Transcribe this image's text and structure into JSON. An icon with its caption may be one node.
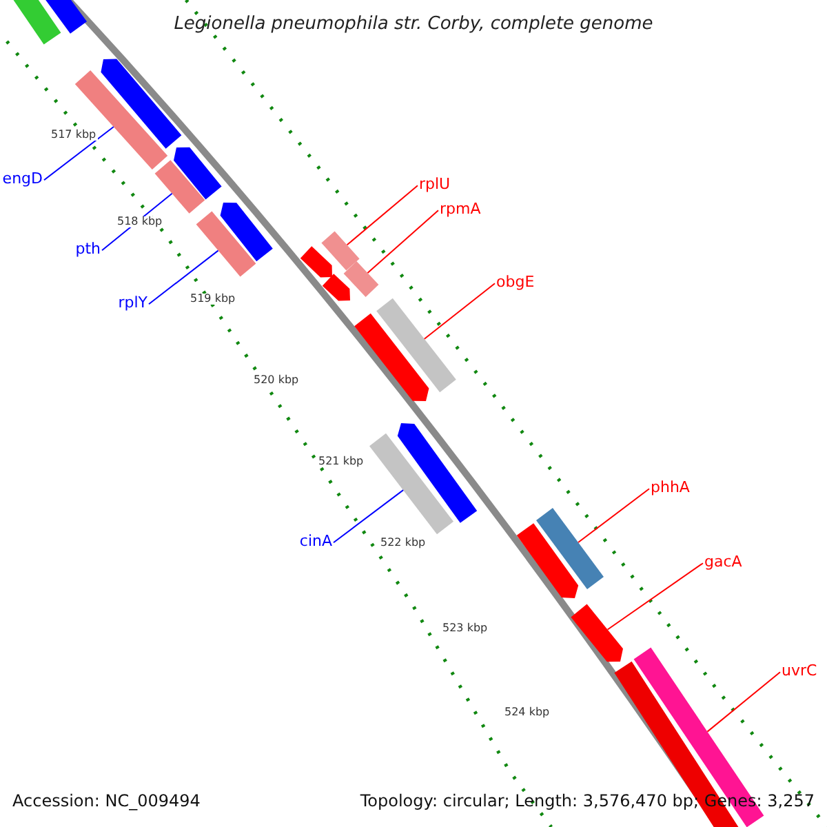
{
  "diagram": {
    "title": "Legionella pneumophila str. Corby, complete genome",
    "nodes": [
      {
        "text": [
          "engD"
        ]
      },
      {
        "text": [
          "pth"
        ]
      },
      {
        "text": [
          "rplY"
        ]
      },
      {
        "text": [
          "rplU"
        ]
      },
      {
        "text": [
          "rpmA"
        ]
      },
      {
        "text": [
          "obgE"
        ]
      },
      {
        "text": [
          "cinA"
        ]
      },
      {
        "text": [
          "phhA"
        ]
      },
      {
        "text": [
          "gacA"
        ]
      },
      {
        "text": [
          "uvrC"
        ]
      },
      {
        "text": [],
        "shape": "bar"
      },
      {
        "text": [],
        "shape": "bar"
      },
      {
        "text": [],
        "shape": "bar"
      },
      {
        "text": [],
        "shape": "arrow"
      },
      {
        "text": [],
        "shape": "bar"
      },
      {
        "text": [],
        "shape": "arrow"
      },
      {
        "text": [],
        "shape": "bar"
      },
      {
        "text": [],
        "shape": "arrow"
      },
      {
        "text": [],
        "shape": "bar"
      },
      {
        "text": [],
        "shape": "arrow"
      },
      {
        "text": [],
        "shape": "bar"
      },
      {
        "text": [],
        "shape": "arrow"
      },
      {
        "text": [],
        "shape": "bar"
      },
      {
        "text": [],
        "shape": "arrow"
      },
      {
        "text": [],
        "shape": "arrow"
      },
      {
        "text": [],
        "shape": "bar"
      },
      {
        "text": [],
        "shape": "bar"
      },
      {
        "text": [],
        "shape": "arrow"
      },
      {
        "text": [],
        "shape": "arrow"
      },
      {
        "text": [],
        "shape": "bar"
      },
      {
        "text": [],
        "shape": "bar"
      }
    ],
    "edges": [
      {
        "from": 0,
        "to": 12,
        "arrow": "none",
        "color": "#0000ff"
      },
      {
        "from": 1,
        "to": 14,
        "arrow": "none",
        "color": "#0000ff"
      },
      {
        "from": 2,
        "to": 16,
        "arrow": "none",
        "color": "#0000ff"
      },
      {
        "from": 3,
        "to": 18,
        "arrow": "none"
      },
      {
        "from": 4,
        "to": 20,
        "arrow": "none"
      },
      {
        "from": 5,
        "to": 22,
        "arrow": "none"
      },
      {
        "from": 6,
        "to": 25,
        "arrow": "none",
        "color": "#0000ff"
      },
      {
        "from": 7,
        "to": 26,
        "arrow": "none"
      },
      {
        "from": 8,
        "to": 28,
        "arrow": "none"
      },
      {
        "from": 9,
        "to": 29,
        "arrow": "none"
      }
    ],
    "labels": [
      "517 kbp",
      "518 kbp",
      "519 kbp",
      "520 kbp",
      "521 kbp",
      "522 kbp",
      "523 kbp",
      "524 kbp",
      "Accession: NC_009494",
      "Topology: circular; Length: 3,576,470 bp; Genes: 3,257"
    ]
  }
}
